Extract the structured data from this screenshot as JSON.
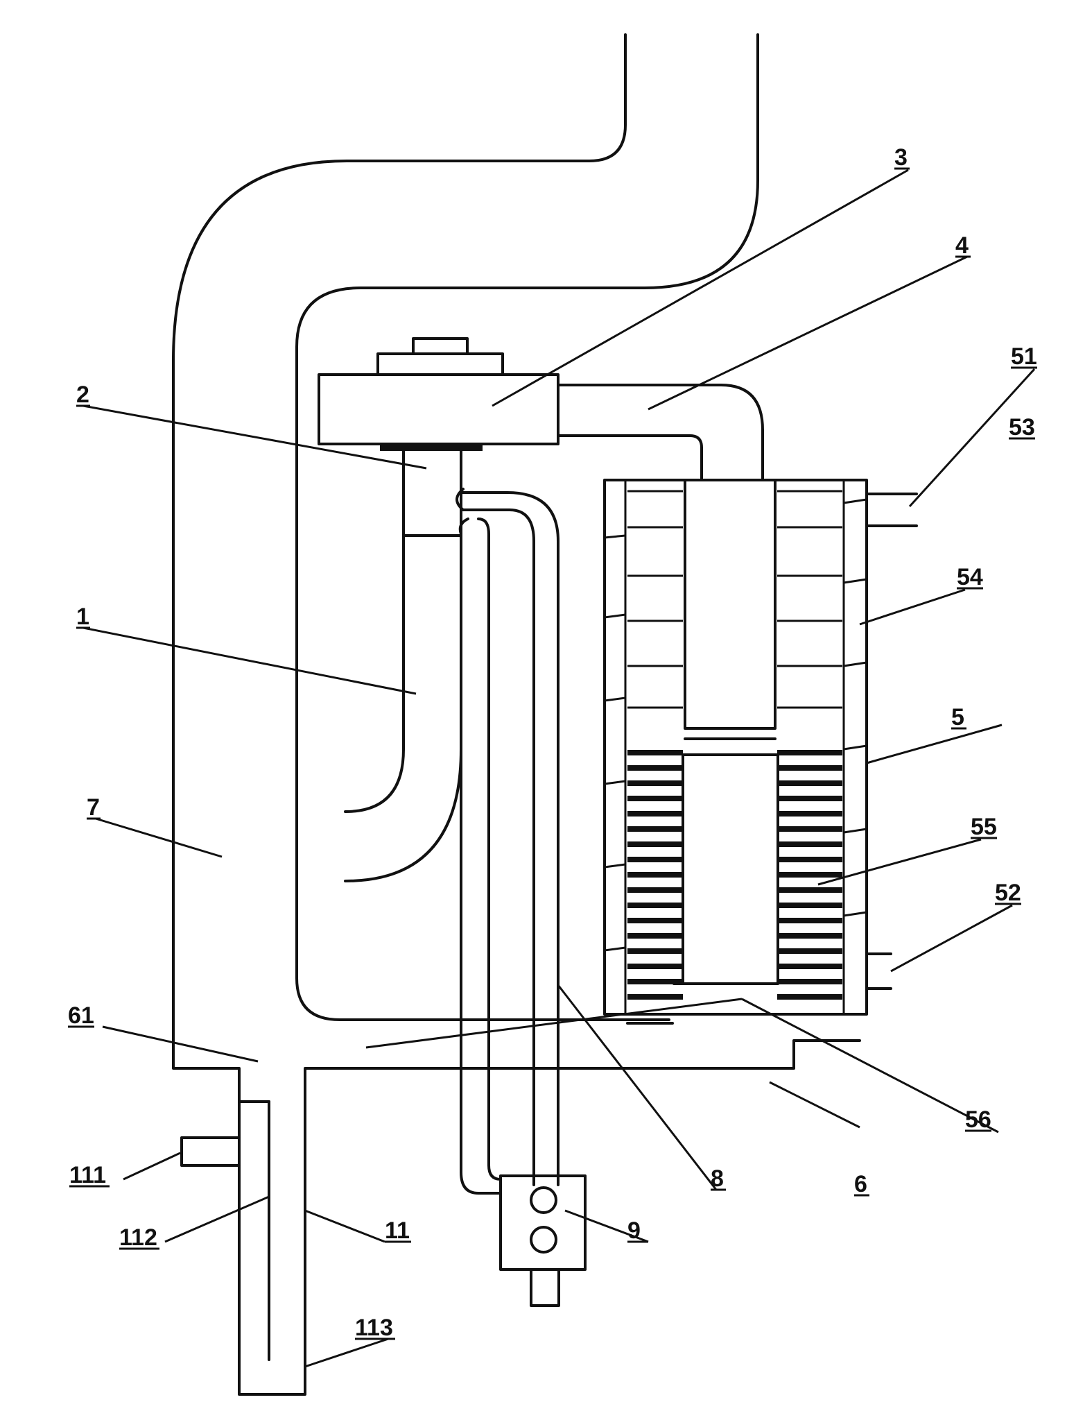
{
  "labels": {
    "l1": "1",
    "l2": "2",
    "l3": "3",
    "l4": "4",
    "l5": "5",
    "l6": "6",
    "l7": "7",
    "l8": "8",
    "l9": "9",
    "l11": "11",
    "l51": "51",
    "l52": "52",
    "l53": "53",
    "l54": "54",
    "l55": "55",
    "l56": "56",
    "l61": "61",
    "l111": "111",
    "l112": "112",
    "l113": "113"
  }
}
